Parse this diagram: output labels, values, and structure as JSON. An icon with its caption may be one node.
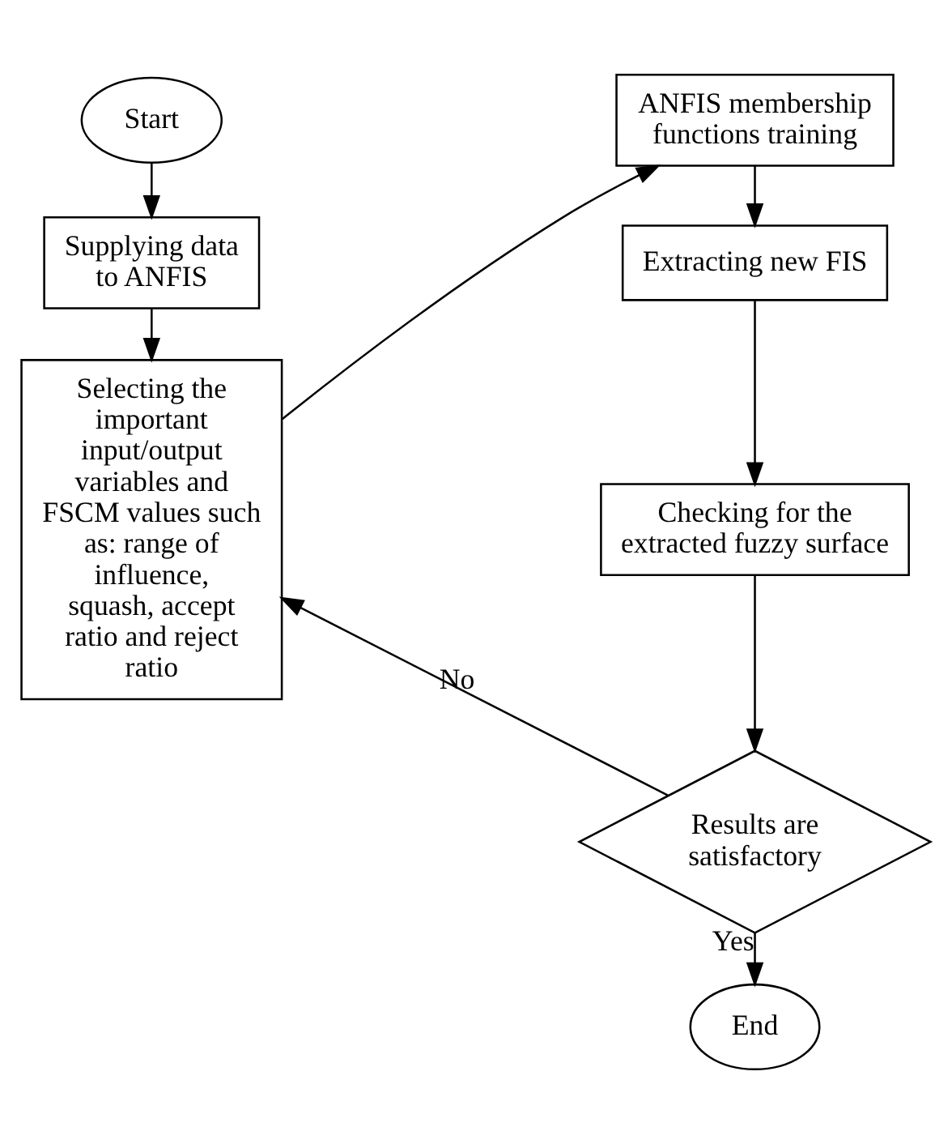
{
  "diagram": {
    "nodes": [
      {
        "text": [
          "Start"
        ]
      },
      {
        "text": [
          "Supplying data to ANFIS"
        ]
      },
      {
        "text": [
          "Selecting the important input/output variables and FSCM values such as: range of influence, squash, accept ratio and reject ratio"
        ]
      },
      {
        "text": [
          "ANFIS membership functions training"
        ]
      },
      {
        "text": [
          "Extracting new FIS"
        ]
      },
      {
        "text": [
          "Checking for the extracted fuzzy surface"
        ]
      },
      {
        "text": [
          "Results are satisfactory"
        ]
      },
      {
        "text": [
          "End"
        ]
      }
    ],
    "edges": [
      {
        "from": 0,
        "to": 1,
        "arrow": "to"
      },
      {
        "from": 1,
        "to": 2,
        "arrow": "to"
      },
      {
        "from": 2,
        "to": 3,
        "arrow": "to"
      },
      {
        "from": 3,
        "to": 4,
        "arrow": "to"
      },
      {
        "from": 4,
        "to": 5,
        "arrow": "to"
      },
      {
        "from": 5,
        "to": 6,
        "arrow": "to"
      },
      {
        "from": 6,
        "to": 2,
        "arrow": "to",
        "label": "No"
      },
      {
        "from": 6,
        "to": 7,
        "arrow": "to",
        "label": "Yes"
      }
    ]
  }
}
